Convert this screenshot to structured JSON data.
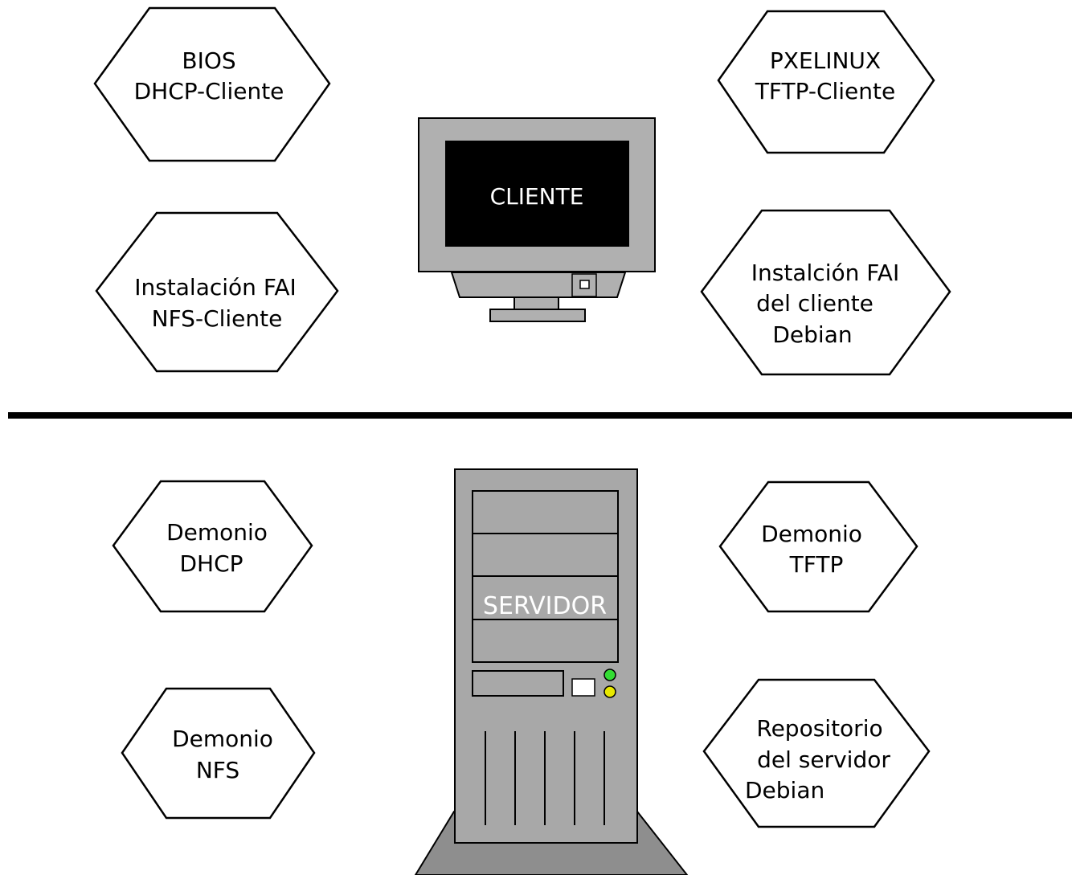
{
  "client": {
    "label": "CLIENTE",
    "hexagons": {
      "bios": [
        "BIOS",
        "DHCP-Cliente"
      ],
      "pxelinux": [
        "PXELINUX",
        "TFTP-Cliente"
      ],
      "install_nfs": [
        "Instalación FAI",
        "NFS-Cliente"
      ],
      "install_debian": [
        "Instalción FAI",
        "del cliente",
        "Debian"
      ]
    }
  },
  "server": {
    "label": "SERVIDOR",
    "hexagons": {
      "dhcp": [
        "Demonio",
        "DHCP"
      ],
      "tftp": [
        "Demonio",
        "TFTP"
      ],
      "nfs": [
        "Demonio",
        "NFS"
      ],
      "repo": [
        "Repositorio",
        "del servidor",
        "Debian"
      ]
    }
  },
  "colors": {
    "monitor_body": "#b0b0b0",
    "screen": "#000000",
    "tower_body": "#a8a8a8",
    "led_green": "#33dd33",
    "led_yellow": "#e8e800"
  }
}
